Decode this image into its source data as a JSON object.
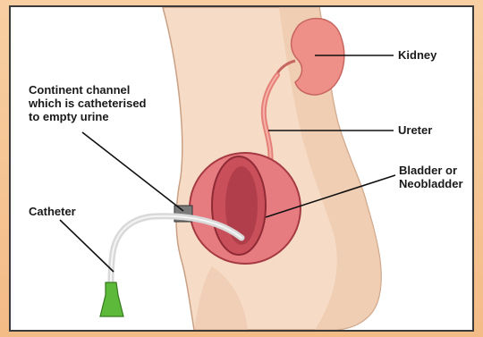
{
  "labels": {
    "kidney": "Kidney",
    "ureter": "Ureter",
    "bladder": "Bladder or\nNeobladder",
    "channel": "Continent channel\nwhich is catheterised\nto empty urine",
    "catheter": "Catheter"
  },
  "colors": {
    "skin": "#f6dcc6",
    "skin_shadow": "#e9c3a6",
    "kidney": "#ee8f88",
    "bladder": "#c94f5a",
    "catheter_tip": "#5cb93a",
    "line": "#111111"
  }
}
